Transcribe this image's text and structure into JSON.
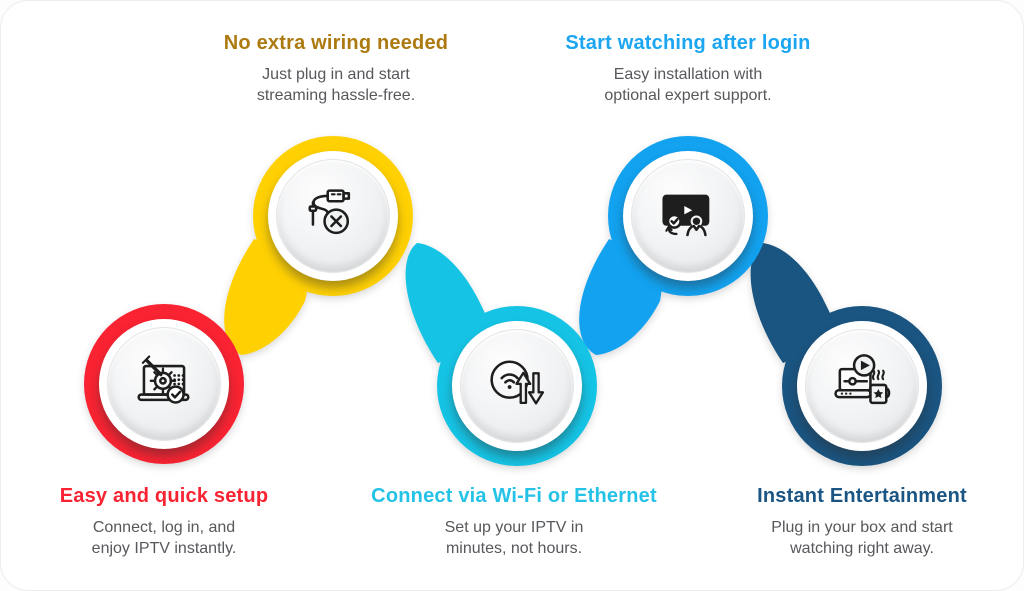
{
  "steps": [
    {
      "id": "easy-and-quick-setup",
      "title": "Easy and quick setup",
      "description": "Connect, log in, and\nenjoy IPTV instantly.",
      "color": "#f92332",
      "title_color": "#f92332",
      "icon": "laptop-gear-check-icon"
    },
    {
      "id": "no-extra-wiring",
      "title": "No extra wiring needed",
      "description": "Just plug in and start\nstreaming hassle-free.",
      "color": "#ffd103",
      "title_color": "#ac7a10",
      "icon": "usb-cable-cross-icon"
    },
    {
      "id": "connect-wifi-ethernet",
      "title": "Connect via Wi-Fi or Ethernet",
      "description": "Set up your IPTV in\nminutes, not hours.",
      "color": "#15c4e5",
      "title_color": "#25c2e7",
      "icon": "wifi-data-transfer-icon"
    },
    {
      "id": "start-watching-after-login",
      "title": "Start watching after login",
      "description": "Easy installation with\noptional expert support.",
      "color": "#12a2f0",
      "title_color": "#1ca6f2",
      "icon": "tv-play-viewer-icon"
    },
    {
      "id": "instant-entertainment",
      "title": "Instant Entertainment",
      "description": "Plug in your box and start\nwatching right away.",
      "color": "#1a5480",
      "title_color": "#1a5584",
      "icon": "laptop-media-coffee-icon"
    }
  ]
}
